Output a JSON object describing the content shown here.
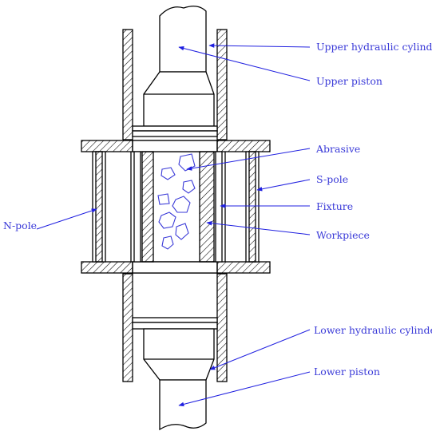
{
  "labels": {
    "upper_cylinder": "Upper hydraulic cylinder",
    "upper_piston": "Upper piston",
    "abrasive": "Abrasive",
    "s_pole": "S-pole",
    "fixture": "Fixture",
    "workpiece": "Workpiece",
    "n_pole": "N-pole",
    "lower_cylinder": "Lower hydraulic cylinder",
    "lower_piston": "Lower piston"
  },
  "colors": {
    "label_text": "#3a3ad8",
    "leader_line": "#2020e0",
    "abrasive_outline": "#3a3ad8",
    "drawing_line": "#000000"
  }
}
